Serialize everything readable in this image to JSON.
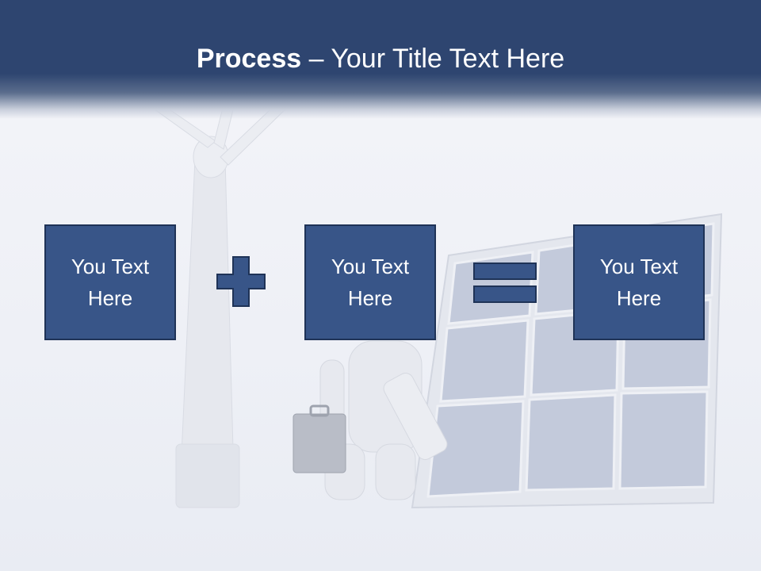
{
  "slide": {
    "title_bold": "Process",
    "title_rest": " – Your Title Text Here"
  },
  "boxes": [
    {
      "text": "You Text Here"
    },
    {
      "text": "You Text Here"
    },
    {
      "text": "You Text Here"
    }
  ],
  "operators": [
    "plus-icon",
    "equals-icon"
  ],
  "colors": {
    "header": "#2e4570",
    "box": "#385588",
    "box_border": "#1f3357",
    "text": "#ffffff"
  }
}
